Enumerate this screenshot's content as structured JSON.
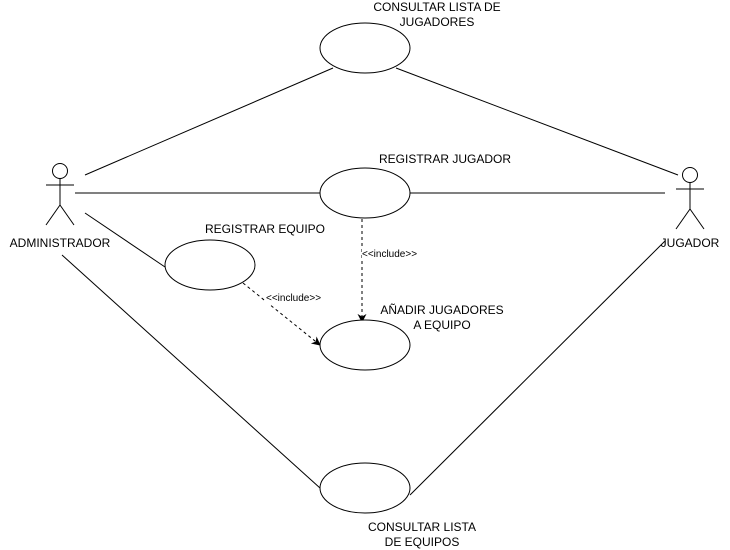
{
  "actors": {
    "admin": {
      "name": "ADMINISTRADOR"
    },
    "player": {
      "name": "JUGADOR"
    }
  },
  "use_cases": {
    "list_players": {
      "label": "CONSULTAR LISTA DE\nJUGADORES"
    },
    "register_player": {
      "label": "REGISTRAR JUGADOR"
    },
    "register_team": {
      "label": "REGISTRAR EQUIPO"
    },
    "add_players": {
      "label": "AÑADIR JUGADORES\nA EQUIPO"
    },
    "list_teams": {
      "label": "CONSULTAR LISTA\nDE EQUIPOS"
    }
  },
  "relations": {
    "include_from_player": "<<include>>",
    "include_from_team": "<<include>>"
  }
}
